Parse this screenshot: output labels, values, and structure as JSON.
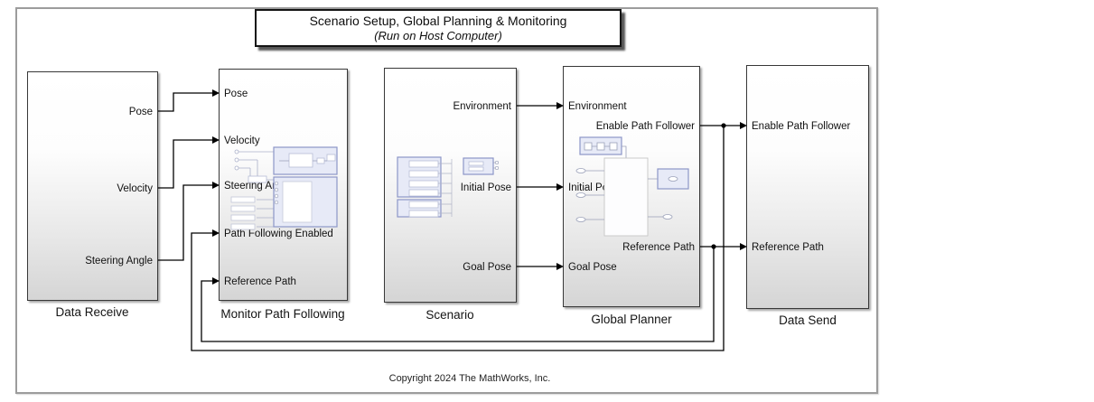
{
  "title_block": {
    "line1": "Scenario Setup, Global Planning & Monitoring",
    "line2": "(Run on Host Computer)"
  },
  "footer": {
    "copyright": "Copyright 2024 The MathWorks, Inc."
  },
  "blocks": {
    "data_receive": {
      "label": "Data Receive",
      "output_ports": [
        "Pose",
        "Velocity",
        "Steering Angle"
      ]
    },
    "monitor_path_following": {
      "label": "Monitor Path Following",
      "input_ports": [
        "Pose",
        "Velocity",
        "Steering Angle",
        "Path Following Enabled",
        "Reference Path"
      ]
    },
    "scenario": {
      "label": "Scenario",
      "output_ports": [
        "Environment",
        "Initial Pose",
        "Goal Pose"
      ]
    },
    "global_planner": {
      "label": "Global Planner",
      "input_ports": [
        "Environment",
        "Initial Pose",
        "Goal Pose"
      ],
      "output_ports": [
        "Enable Path Follower",
        "Reference Path"
      ]
    },
    "data_send": {
      "label": "Data Send",
      "input_ports": [
        "Enable Path Follower",
        "Reference Path"
      ]
    }
  },
  "colors": {
    "wire": "#000000",
    "block_border": "#383838",
    "block_gradient_bottom": "#d5d5d5",
    "frame_border": "#9c9c9c",
    "preview_fill": "#e7eaf7",
    "preview_border": "#8d96c8"
  }
}
